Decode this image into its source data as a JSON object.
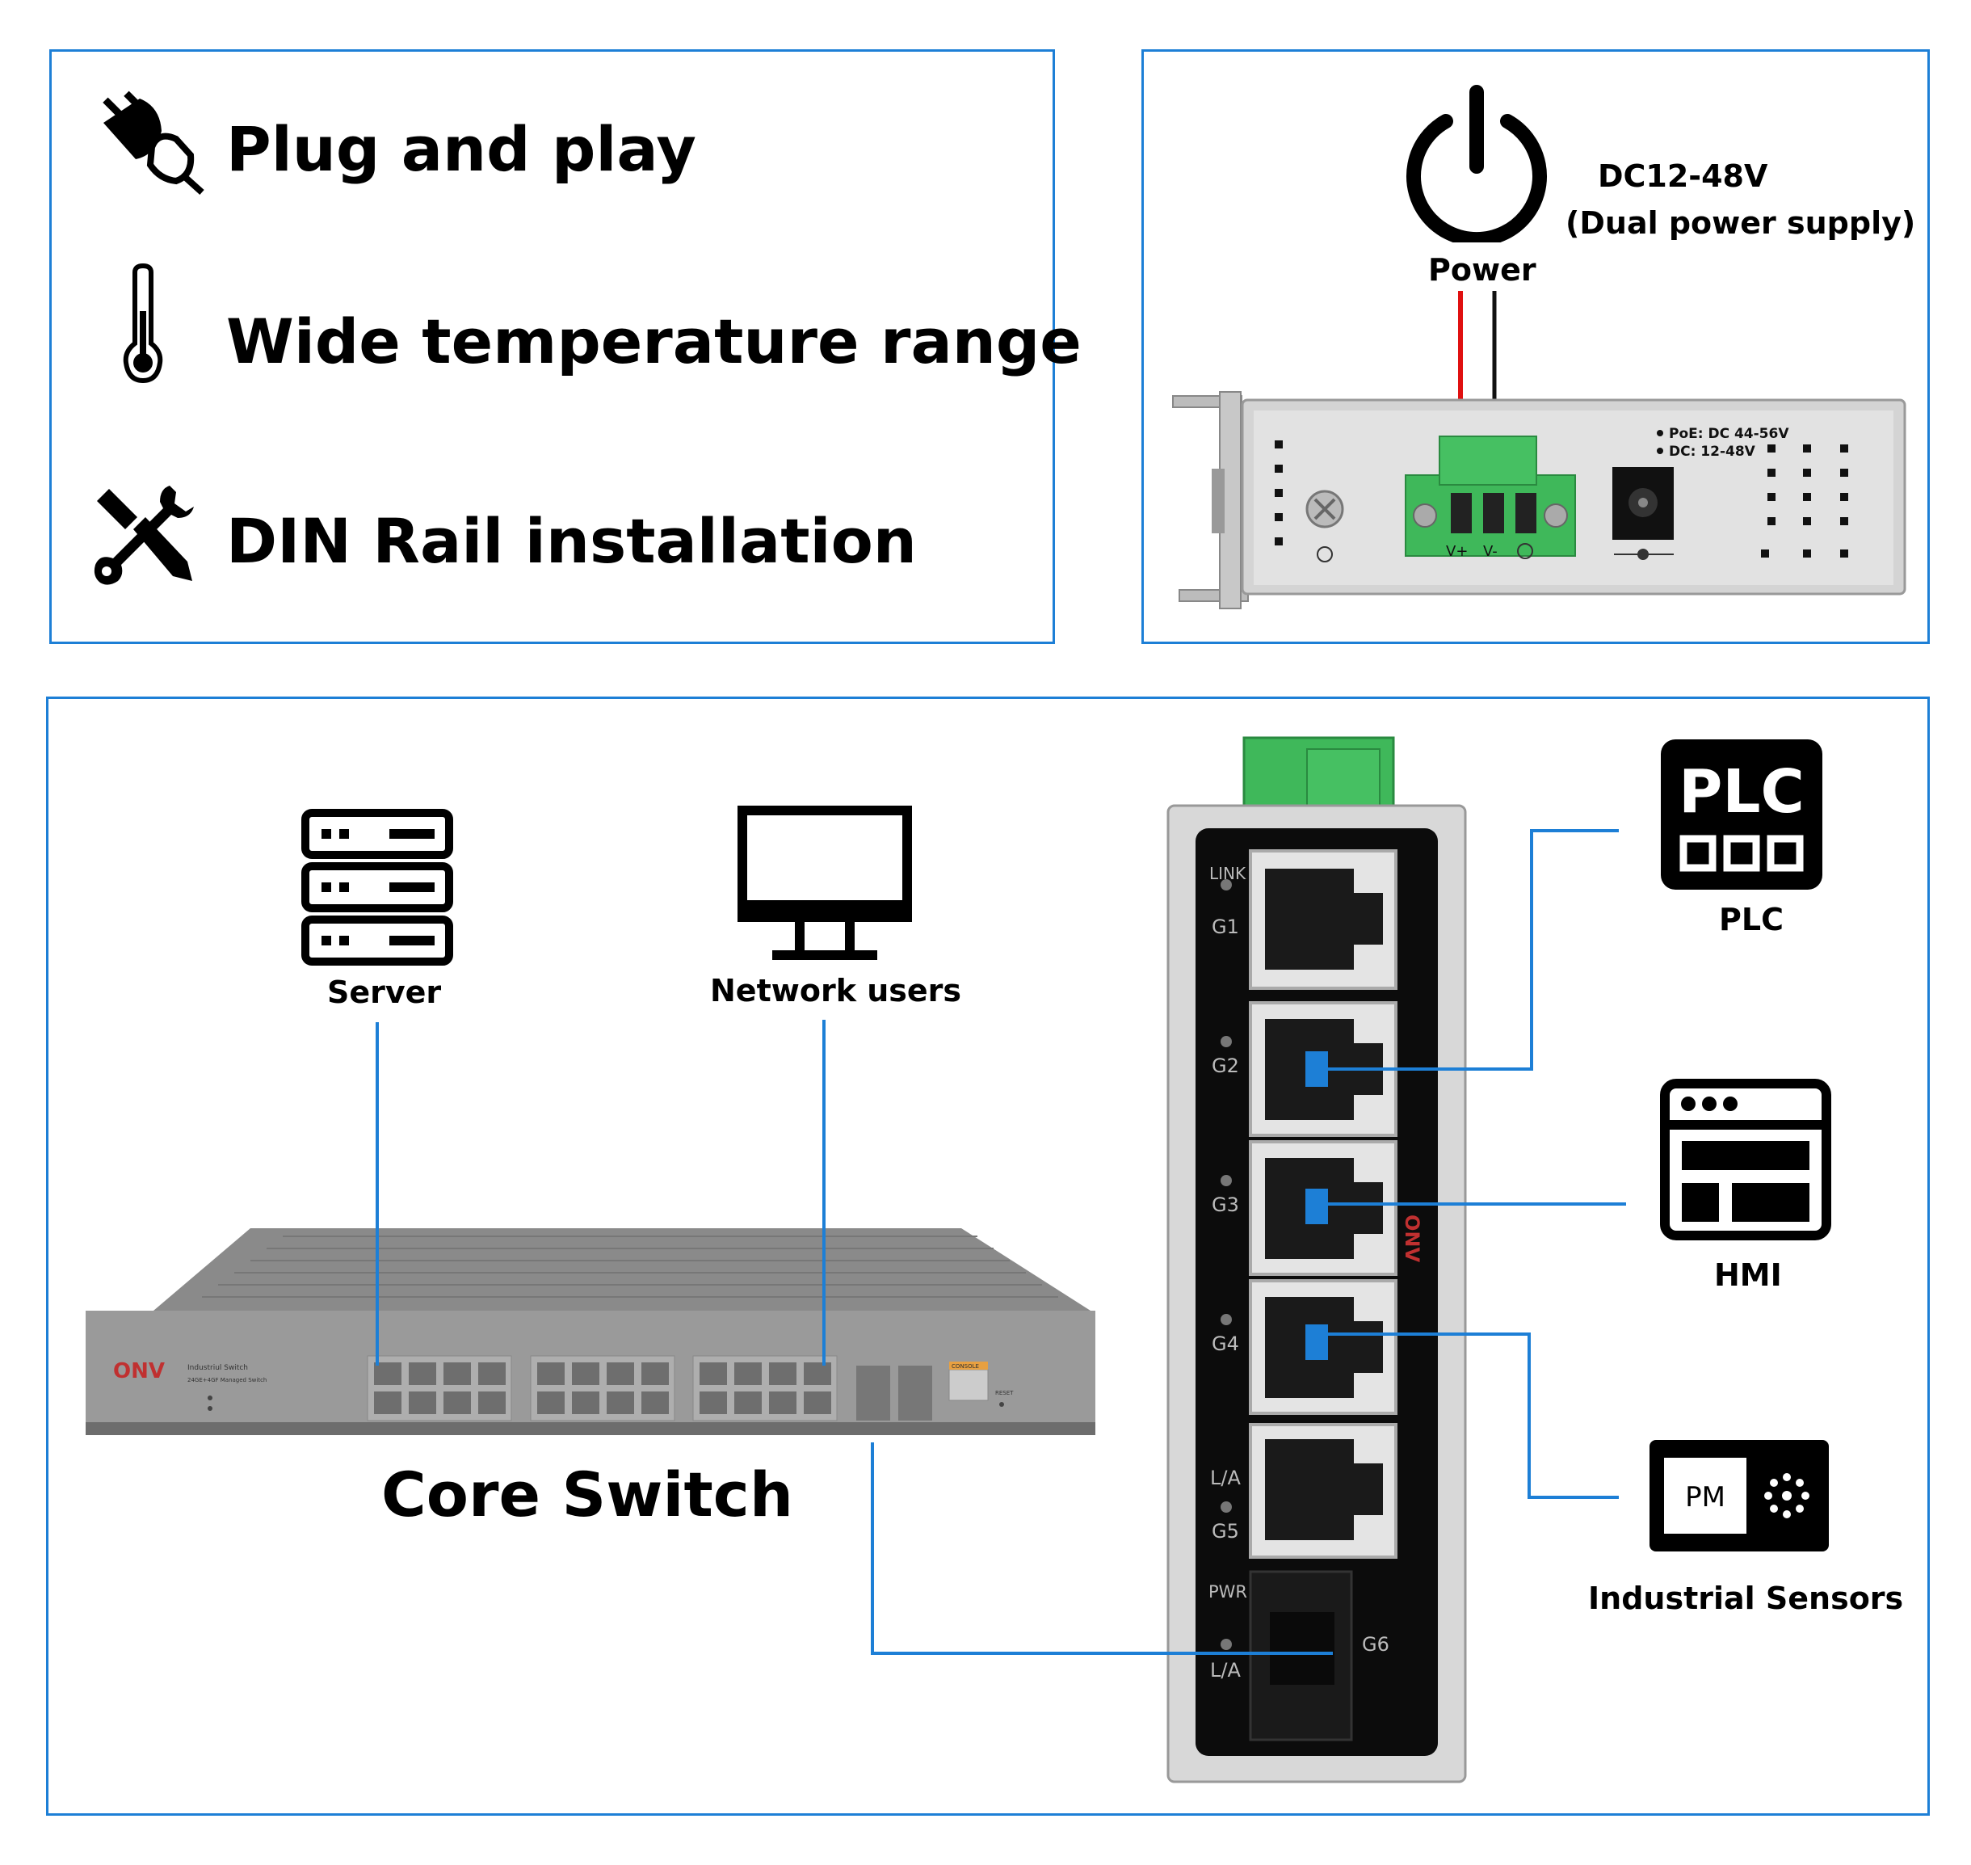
{
  "features": [
    {
      "label": "Plug and play",
      "icon": "plug-icon"
    },
    {
      "label": "Wide temperature range",
      "icon": "thermometer-icon"
    },
    {
      "label": "DIN Rail installation",
      "icon": "tools-icon"
    }
  ],
  "power_panel": {
    "power_label": "Power",
    "voltage": "DC12-48V",
    "supply_note": "(Dual power supply)",
    "poe_spec": "PoE: DC 44-56V",
    "dc_spec": "DC: 12-48V",
    "terminal_vplus": "V+",
    "terminal_vminus": "V-"
  },
  "topology": {
    "server_label": "Server",
    "network_users_label": "Network users",
    "core_switch_label": "Core Switch",
    "core_brand": "ONV",
    "core_model": "Industriul Switch",
    "core_sub": "24GE+4GF Managed Switch",
    "core_console": "CONSOLE",
    "core_reset": "RESET",
    "devices": [
      {
        "label": "PLC",
        "icon": "plc-icon",
        "icon_text": "PLC"
      },
      {
        "label": "HMI",
        "icon": "hmi-icon"
      },
      {
        "label": "Industrial Sensors",
        "icon": "sensor-icon",
        "icon_text": "PM"
      }
    ],
    "switch_brand": "ONV",
    "switch_ports": {
      "link": "LINK",
      "g1": "G1",
      "g2": "G2",
      "g3": "G3",
      "g4": "G4",
      "la5": "L/A",
      "g5": "G5",
      "pwr": "PWR",
      "la6": "L/A",
      "g6": "G6"
    }
  },
  "colors": {
    "accent": "#1d7fd6",
    "wire_red": "#e01010",
    "terminal_green": "#3fb85a"
  }
}
